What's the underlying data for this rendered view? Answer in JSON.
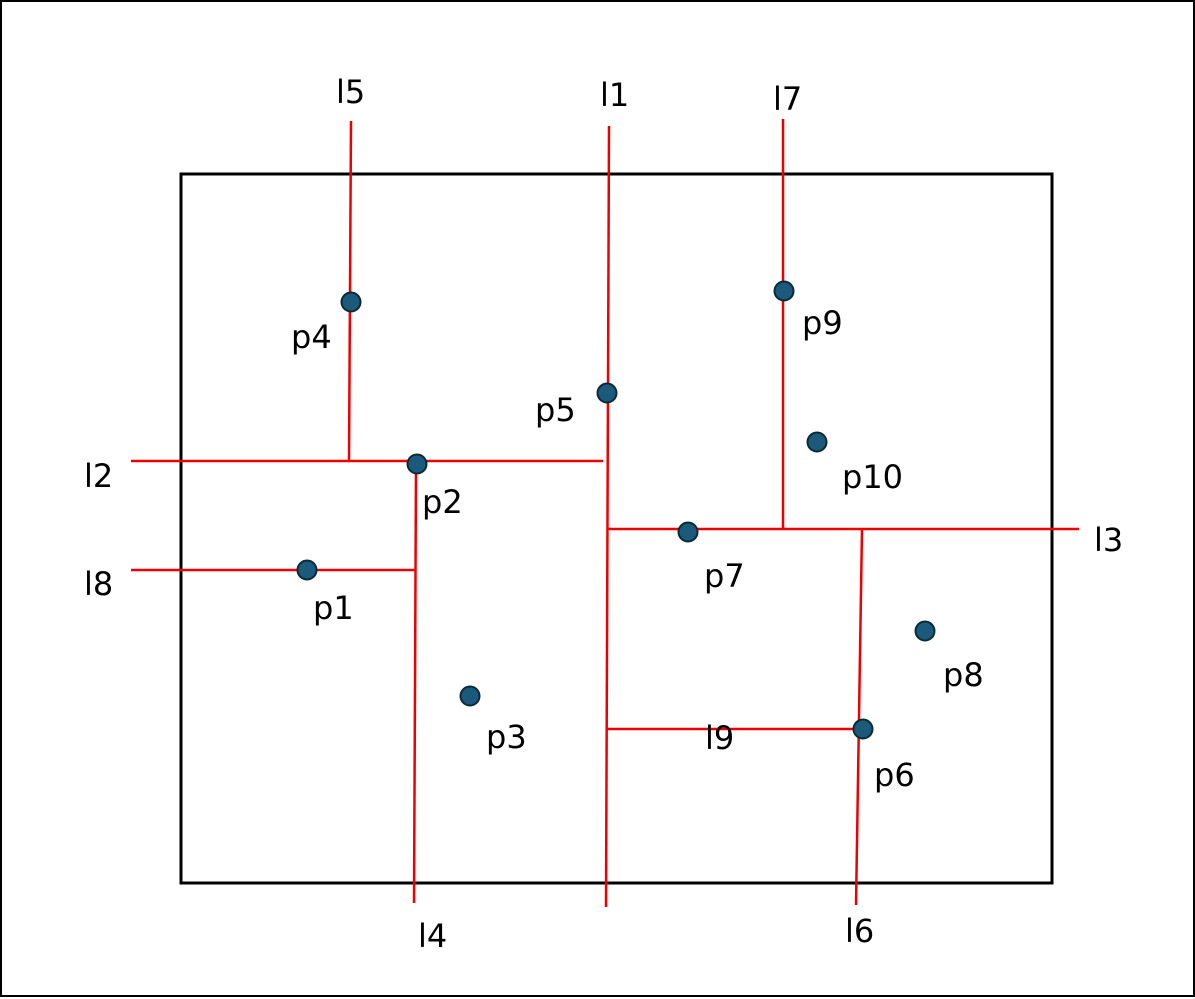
{
  "diagram": {
    "colors": {
      "line": "#ee0000",
      "point_fill": "#1b5a7a",
      "point_stroke": "#0a2a3a",
      "frame": "#000000",
      "text": "#000000"
    },
    "lines": [
      {
        "id": "l1",
        "label": "l1"
      },
      {
        "id": "l2",
        "label": "l2"
      },
      {
        "id": "l3",
        "label": "l3"
      },
      {
        "id": "l4",
        "label": "l4"
      },
      {
        "id": "l5",
        "label": "l5"
      },
      {
        "id": "l6",
        "label": "l6"
      },
      {
        "id": "l7",
        "label": "l7"
      },
      {
        "id": "l8",
        "label": "l8"
      },
      {
        "id": "l9",
        "label": "l9"
      }
    ],
    "points": [
      {
        "id": "p1",
        "label": "p1"
      },
      {
        "id": "p2",
        "label": "p2"
      },
      {
        "id": "p3",
        "label": "p3"
      },
      {
        "id": "p4",
        "label": "p4"
      },
      {
        "id": "p5",
        "label": "p5"
      },
      {
        "id": "p6",
        "label": "p6"
      },
      {
        "id": "p7",
        "label": "p7"
      },
      {
        "id": "p8",
        "label": "p8"
      },
      {
        "id": "p9",
        "label": "p9"
      },
      {
        "id": "p10",
        "label": "p10"
      }
    ]
  }
}
